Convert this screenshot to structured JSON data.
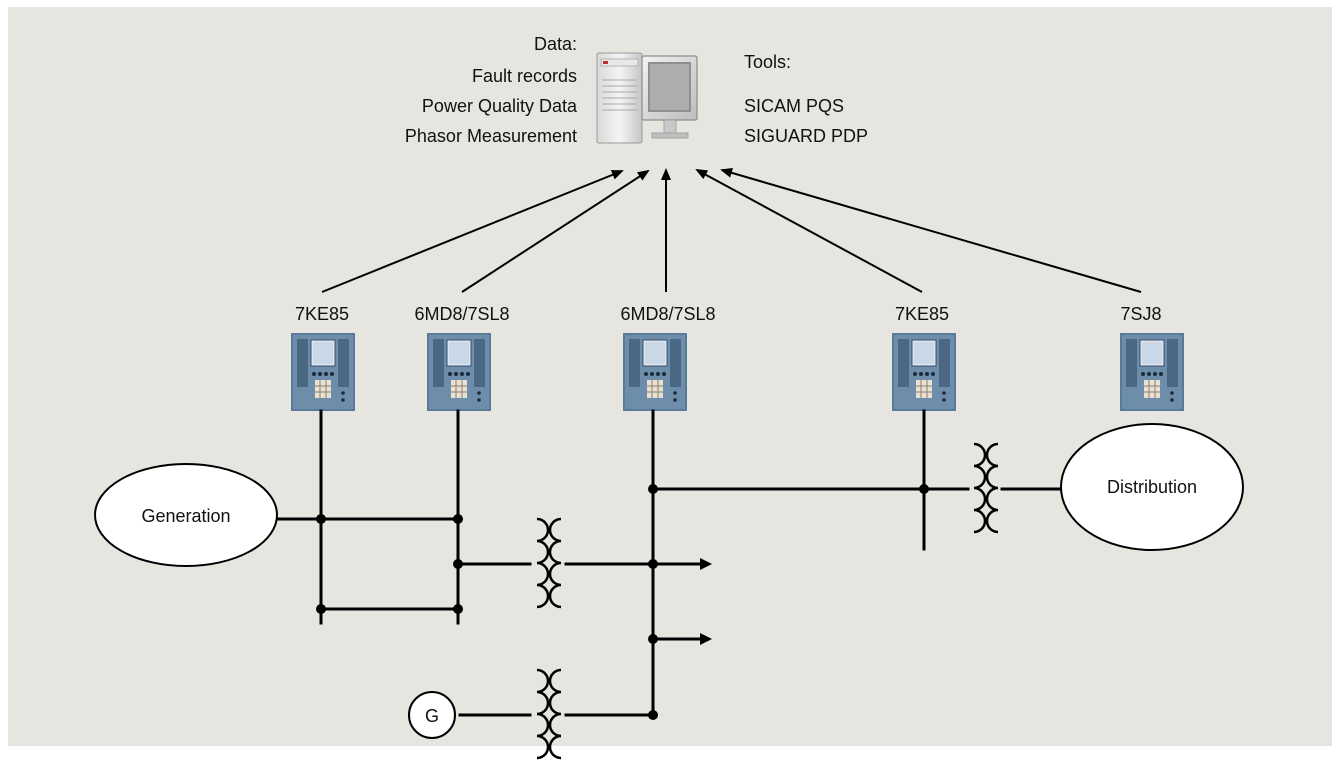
{
  "data_block": {
    "heading": "Data:",
    "items": [
      "Fault records",
      "Power Quality Data",
      "Phasor Measurement"
    ]
  },
  "tools_block": {
    "heading": "Tools:",
    "items": [
      "SICAM PQS",
      "SIGUARD PDP"
    ]
  },
  "devices": [
    "7KE85",
    "6MD8/7SL8",
    "6MD8/7SL8",
    "7KE85",
    "7SJ8"
  ],
  "nodes": {
    "generation": "Generation",
    "distribution": "Distribution",
    "generator": "G"
  },
  "colors": {
    "background": "#e6e5df",
    "line": "#000000",
    "device_body": "#5a7a9a",
    "device_screen": "#dfe8f2"
  }
}
